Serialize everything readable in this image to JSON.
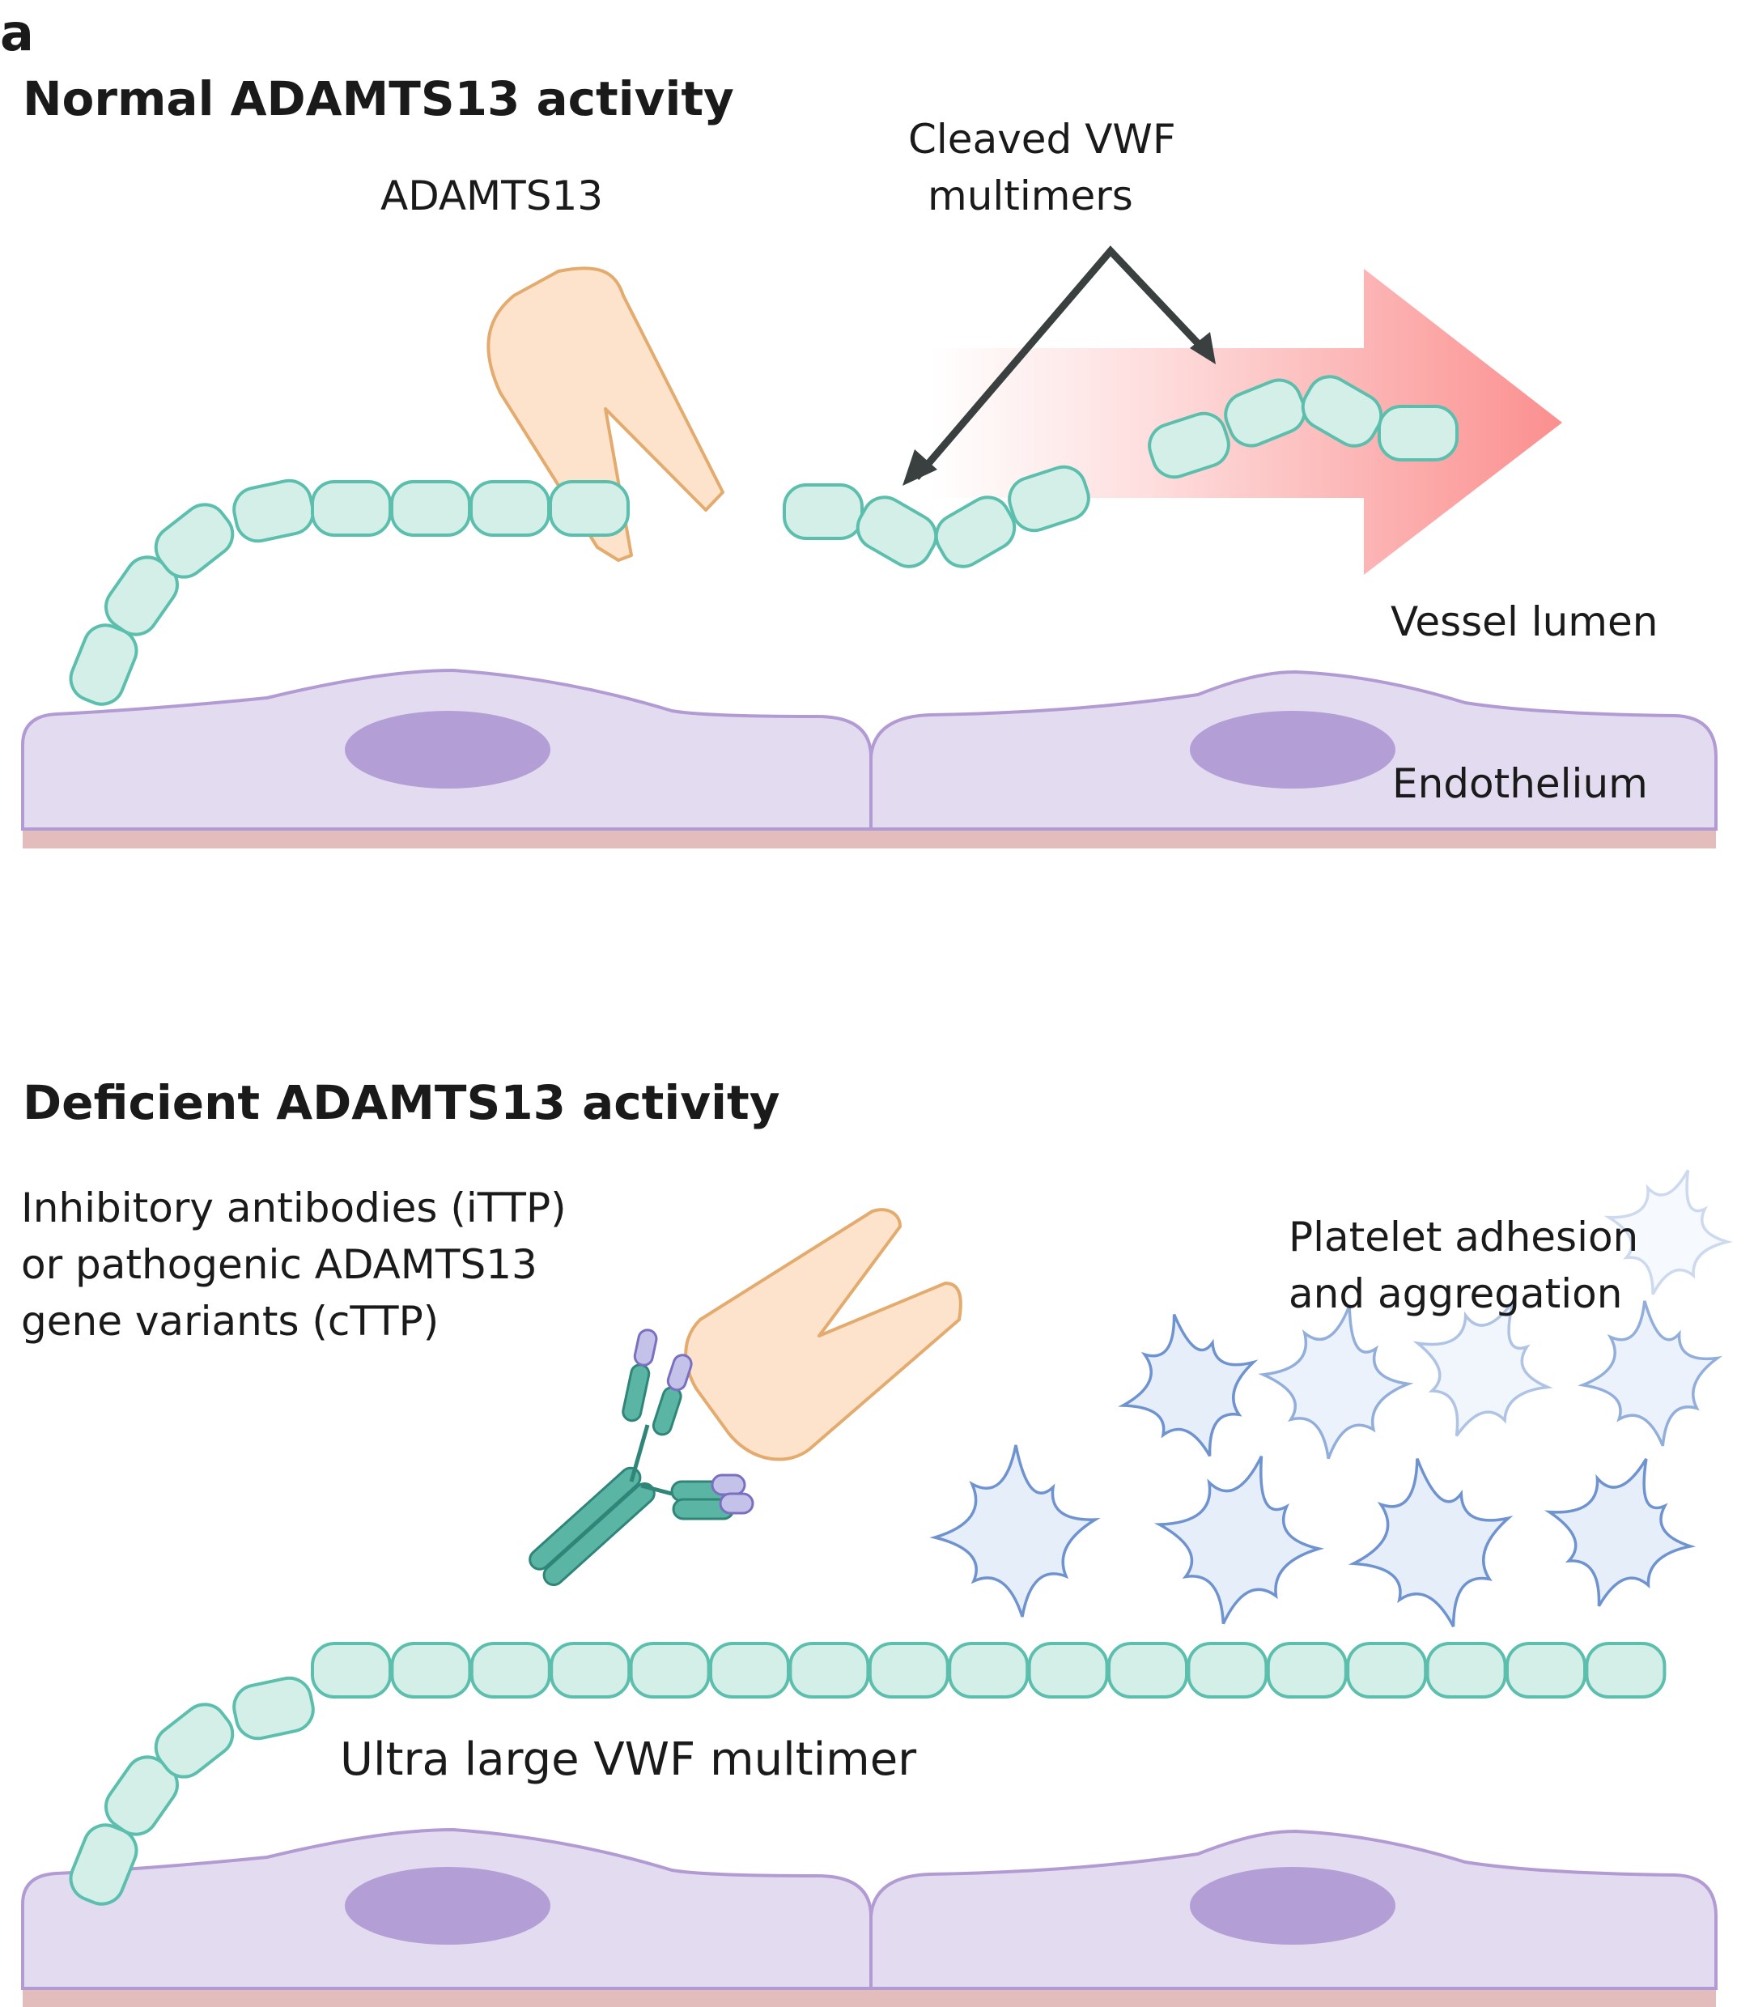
{
  "panel_label": "a",
  "top_panel": {
    "title": "Normal ADAMTS13 activity",
    "enzyme_label": "ADAMTS13",
    "cleaved_label_line1": "Cleaved VWF",
    "cleaved_label_line2": "multimers",
    "lumen_label": "Vessel lumen",
    "endothelium_label": "Endothelium"
  },
  "bottom_panel": {
    "title": "Deficient ADAMTS13 activity",
    "cause_line1": "Inhibitory antibodies (iTTP)",
    "cause_line2": "or pathogenic ADAMTS13",
    "cause_line3": "gene variants (cTTP)",
    "platelet_line1": "Platelet adhesion",
    "platelet_line2": "and aggregation",
    "multimer_label": "Ultra large VWF multimer"
  },
  "colors": {
    "vwf_fill": "#d3efe7",
    "vwf_stroke": "#5cbfae",
    "enzyme_fill": "#fde3cc",
    "enzyme_stroke": "#e3ab6e",
    "cell_fill": "#e3dcf0",
    "cell_stroke": "#b29bd3",
    "nucleus": "#b49ed6",
    "basement": "#e3bcbc",
    "arrow_red": "#fb8f8f",
    "pointer_gray": "#3a4040",
    "platelet_fill": "#e6eefa",
    "platelet_stroke": "#6e93cf",
    "antibody_teal": "#5bb5a5",
    "antibody_lilac": "#c5c2ea"
  }
}
